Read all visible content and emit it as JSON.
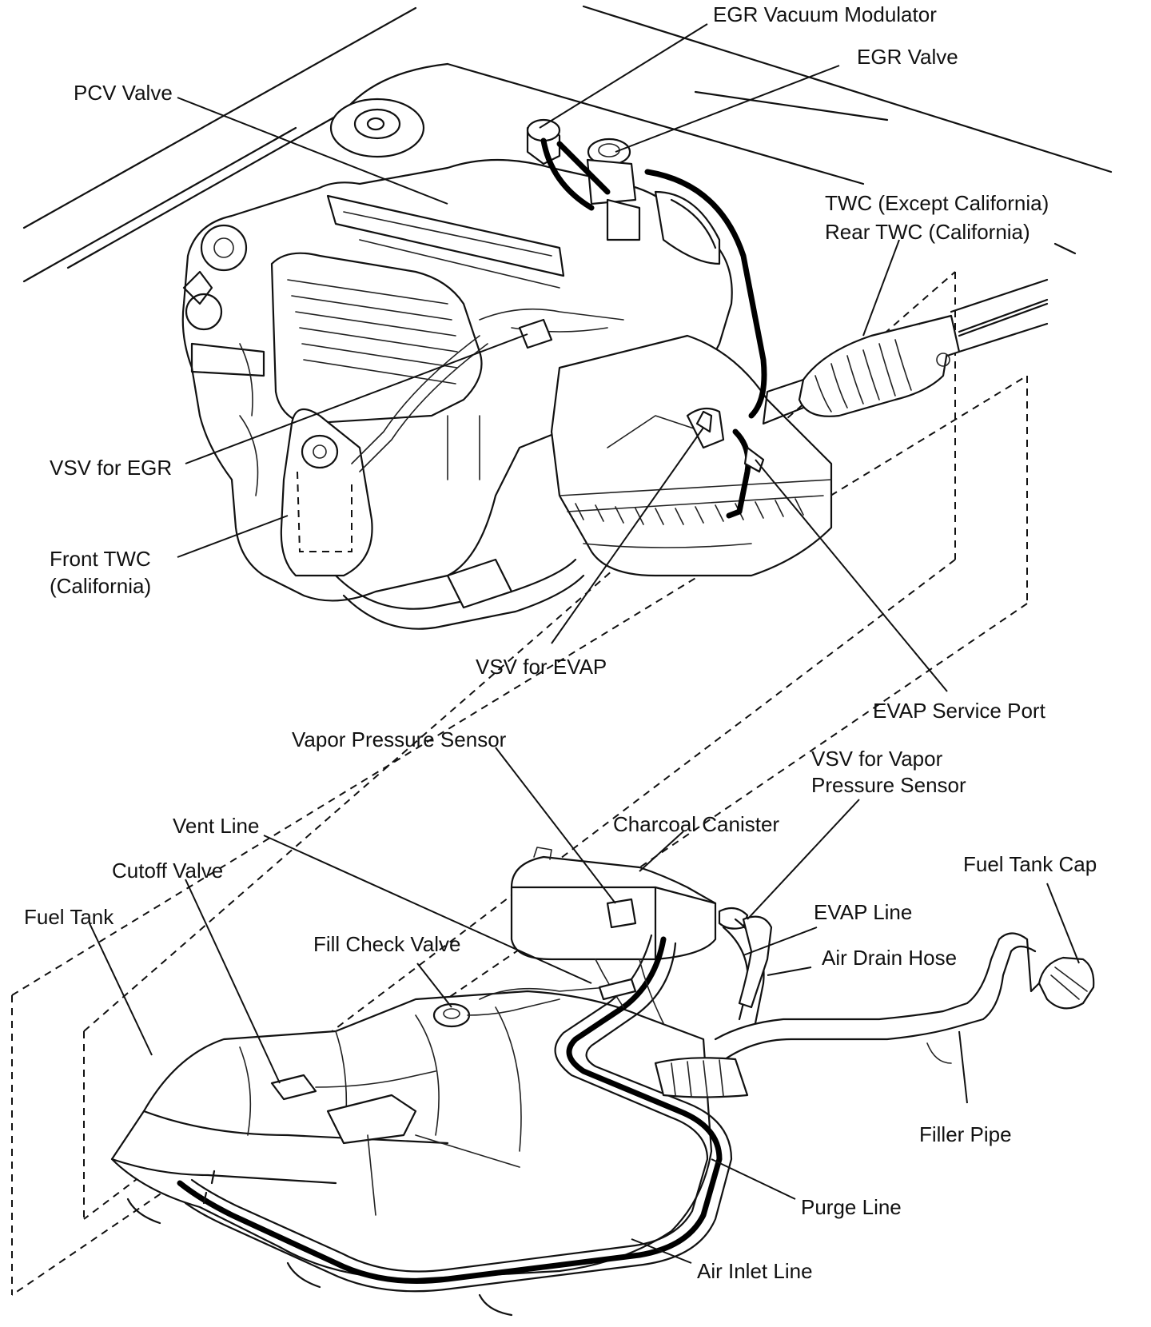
{
  "labels": {
    "egr_vacuum_modulator": "EGR Vacuum Modulator",
    "egr_valve": "EGR Valve",
    "pcv_valve": "PCV Valve",
    "twc_except_california": "TWC (Except California)",
    "rear_twc_california": "Rear TWC (California)",
    "vsv_for_egr": "VSV for EGR",
    "front_twc_line1": "Front TWC",
    "front_twc_line2": "(California)",
    "vsv_for_evap": "VSV for EVAP",
    "evap_service_port": "EVAP Service Port",
    "vapor_pressure_sensor": "Vapor Pressure Sensor",
    "vsv_for_vapor_line1": "VSV for Vapor",
    "vsv_for_vapor_line2": "Pressure Sensor",
    "charcoal_canister": "Charcoal Canister",
    "vent_line": "Vent Line",
    "cutoff_valve": "Cutoff Valve",
    "fuel_tank_cap": "Fuel Tank Cap",
    "fuel_tank": "Fuel Tank",
    "evap_line": "EVAP Line",
    "fill_check_valve": "Fill Check Valve",
    "air_drain_hose": "Air Drain Hose",
    "filler_pipe": "Filler Pipe",
    "purge_line": "Purge Line",
    "air_inlet_line": "Air Inlet Line"
  }
}
